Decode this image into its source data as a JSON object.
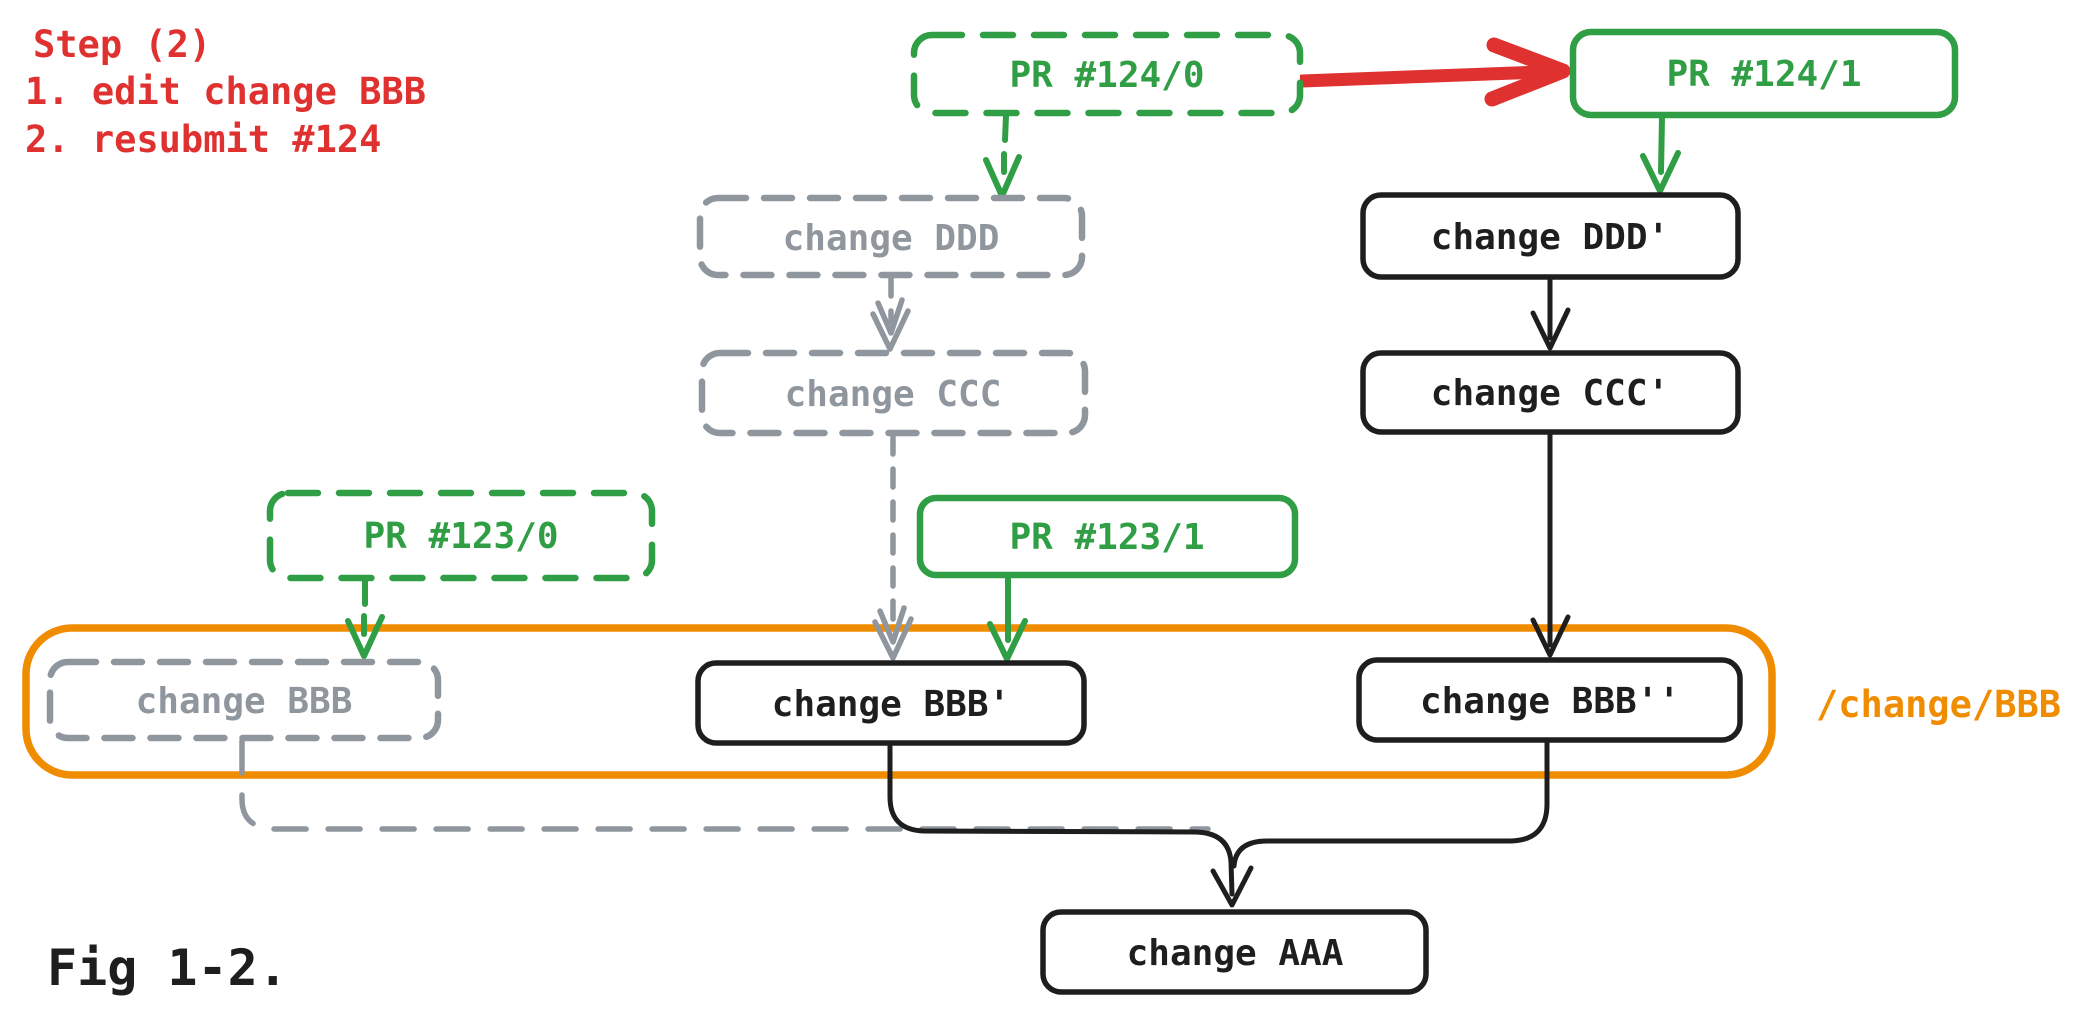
{
  "colors": {
    "red": "#e03131",
    "green": "#2f9e44",
    "gray": "#8f969e",
    "orange": "#f08c00",
    "ink": "#1e1e1e",
    "background": "#ffffff"
  },
  "step_note": {
    "title": "Step (2)",
    "item_1": "1. edit change BBB",
    "item_2": "2. resubmit #124"
  },
  "nodes": {
    "pr_124_0": "PR #124/0",
    "pr_124_1": "PR #124/1",
    "change_ddd": "change DDD",
    "change_ccc": "change CCC",
    "change_ddd_prime": "change DDD'",
    "change_ccc_prime": "change CCC'",
    "pr_123_0": "PR #123/0",
    "pr_123_1": "PR #123/1",
    "change_bbb": "change BBB",
    "change_bbb_prime": "change BBB'",
    "change_bbb_double_prime": "change BBB''",
    "change_aaa": "change AAA"
  },
  "branch_label": "/change/BBB",
  "caption": "Fig 1-2."
}
